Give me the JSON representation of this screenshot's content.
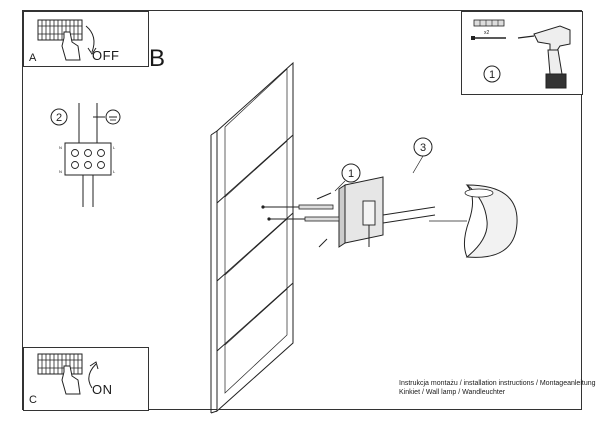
{
  "panel_a": {
    "letter": "A",
    "switch_label": "OFF"
  },
  "panel_b": {
    "letter": "B"
  },
  "panel_c": {
    "letter": "C",
    "switch_label": "ON"
  },
  "tools": {
    "count_label": "x2",
    "step_number": "1"
  },
  "wiring": {
    "step_number": "2",
    "terminal_labels": [
      "N",
      "L",
      "N",
      "L"
    ]
  },
  "callouts": [
    "1",
    "3"
  ],
  "caption": {
    "line1": "Instrukcja montażu / installation instructions / Montageanleitung",
    "line2": "Kinkiet / Wall lamp / Wandleuchter"
  }
}
